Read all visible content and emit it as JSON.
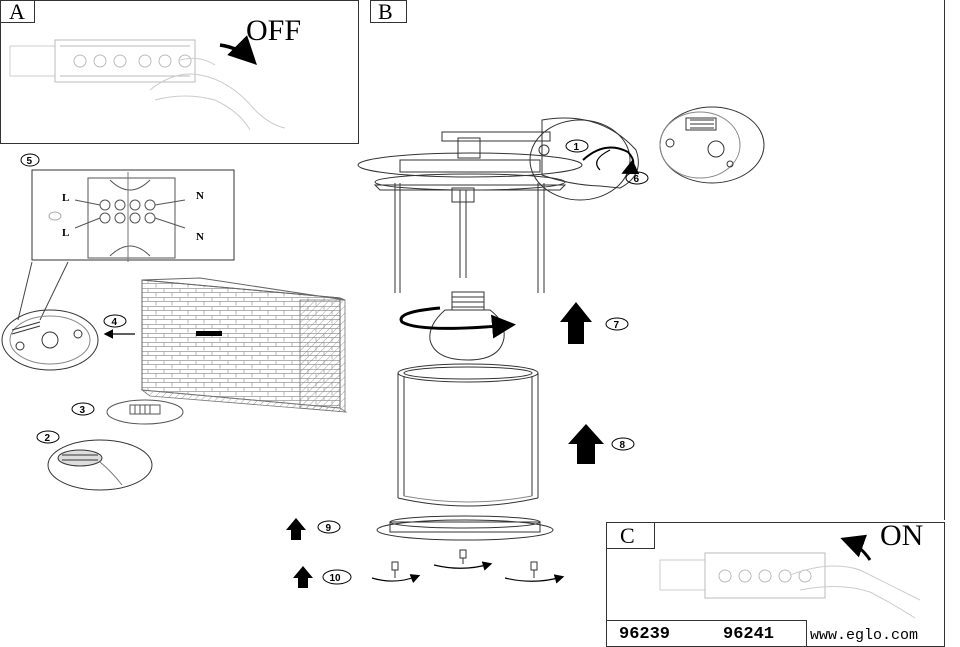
{
  "panels": {
    "a": "A",
    "b": "B",
    "c": "C"
  },
  "switch": {
    "off": "OFF",
    "on": "ON"
  },
  "wiring": {
    "l_top": "L",
    "l_bottom": "L",
    "n_top": "N",
    "n_bottom": "N"
  },
  "steps": [
    "1",
    "2",
    "3",
    "4",
    "5",
    "6",
    "7",
    "8",
    "9",
    "10"
  ],
  "footer": {
    "model_1": "96239",
    "model_2": "96241",
    "website": "www.eglo.com"
  },
  "icons": [
    "rotate-arrow-icon",
    "up-arrow-icon",
    "left-arrow-icon",
    "hand-icon",
    "screw-icon",
    "bulb-icon"
  ]
}
